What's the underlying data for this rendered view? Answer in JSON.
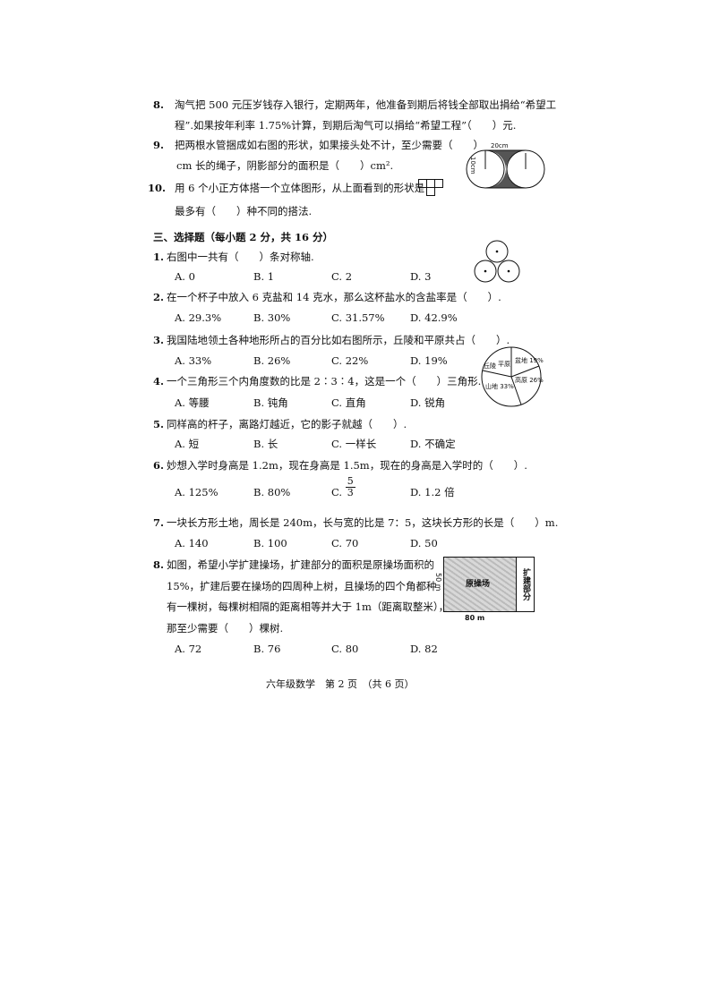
{
  "fill_blank": [
    {
      "num": "8.",
      "lines": [
        "淘气把 500 元压岁钱存入银行，定期两年，他准备到期后将钱全部取出捐给“希望工",
        "程”.如果按年利率 1.75%计算，到期后淘气可以捐给“希望工程”（　　）元."
      ]
    },
    {
      "num": "9.",
      "lines": [
        "把两根水管捆成如右图的形状，如果接头处不计，至少需要（　　）",
        "cm 长的绳子，阴影部分的面积是（　　）cm²."
      ],
      "figure": {
        "top_label": "20cm",
        "side_label": "10cm"
      }
    },
    {
      "num": "10.",
      "lines": [
        "用 6 个小正方体搭一个立体图形，从上面看到的形状是",
        "最多有（　　）种不同的搭法."
      ]
    }
  ],
  "section_title": "三、选择题（每小题 2 分，共 16 分）",
  "choices": [
    {
      "num": "1.",
      "q": "右图中一共有（　　）条对称轴.",
      "opts": [
        "A. 0",
        "B. 1",
        "C. 2",
        "D. 3"
      ]
    },
    {
      "num": "2.",
      "q": "在一个杯子中放入 6 克盐和 14 克水，那么这杯盐水的含盐率是（　　）.",
      "opts": [
        "A. 29.3%",
        "B. 30%",
        "C. 31.57%",
        "D. 42.9%"
      ]
    },
    {
      "num": "3.",
      "q": "我国陆地领土各种地形所占的百分比如右图所示，丘陵和平原共占（　　）.",
      "opts": [
        "A. 33%",
        "B. 26%",
        "C. 22%",
        "D. 19%"
      ],
      "pie": {
        "labels": [
          "丘陵",
          "平原",
          "盆地 19%",
          "高原 26%",
          "山地 33%"
        ]
      }
    },
    {
      "num": "4.",
      "q": "一个三角形三个内角度数的比是 2∶3∶4，这是一个（　　）三角形.",
      "opts": [
        "A. 等腰",
        "B. 钝角",
        "C. 直角",
        "D. 锐角"
      ]
    },
    {
      "num": "5.",
      "q": "同样高的杆子，离路灯越近，它的影子就越（　　）.",
      "opts": [
        "A. 短",
        "B. 长",
        "C. 一样长",
        "D. 不确定"
      ]
    },
    {
      "num": "6.",
      "q": "妙想入学时身高是 1.2m，现在身高是 1.5m，现在的身高是入学时的（　　）.",
      "opts": [
        "A. 125%",
        "B. 80%",
        "C.",
        "D. 1.2 倍"
      ],
      "frac": {
        "num": "5",
        "den": "3"
      }
    },
    {
      "num": "7.",
      "q": "一块长方形土地，周长是 240m，长与宽的比是 7：5，这块长方形的长是（　　）m.",
      "opts": [
        "A. 140",
        "B. 100",
        "C. 70",
        "D. 50"
      ]
    },
    {
      "num": "8.",
      "lines": [
        "如图，希望小学扩建操场，扩建部分的面积是原操场面积的",
        "15%，扩建后要在操场的四周种上树，且操场的四个角都种",
        "有一棵树，每棵树相隔的距离相等并大于 1m（距离取整米），",
        "那至少需要（　　）棵树."
      ],
      "opts": [
        "A. 72",
        "B. 76",
        "C. 80",
        "D. 82"
      ],
      "figure": {
        "main_label": "原操场",
        "ext_label": "扩建部分",
        "width_label": "80 m",
        "height_label": "50 m"
      }
    }
  ],
  "footer": "六年级数学　第 2 页　（共 6 页）"
}
